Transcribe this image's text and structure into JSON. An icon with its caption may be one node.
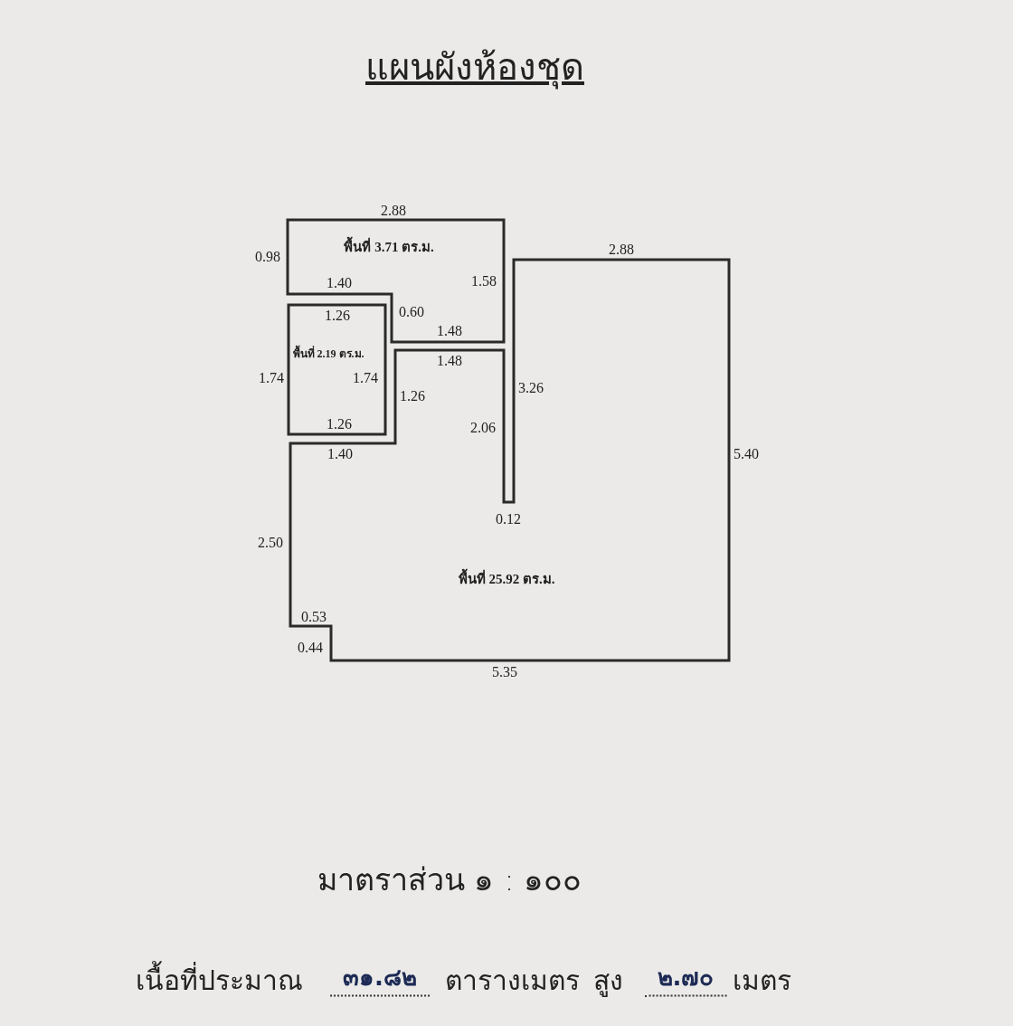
{
  "diagram": {
    "title": "แผนผังห้องชุด",
    "nodes": [
      {
        "text": [
          "พื้นที่ 3.71 ตร.ม."
        ]
      },
      {
        "text": [
          "พื้นที่ 2.19 ตร.ม."
        ]
      },
      {
        "text": [
          "พื้นที่ 25.92 ตร.ม."
        ]
      }
    ],
    "labels": [
      "2.88",
      "0.98",
      "2.88",
      "1.40",
      "1.58",
      "1.26",
      "0.60",
      "1.48",
      "1.48",
      "1.74",
      "1.74",
      "3.26",
      "1.26",
      "1.26",
      "2.06",
      "1.40",
      "5.40",
      "0.12",
      "2.50",
      "0.53",
      "0.44",
      "5.35",
      "มาตราส่วน ๑ : ๑๐๐",
      "เนื้อที่ประมาณ",
      "๓๑.๘๒",
      "ตารางเมตร",
      "สูง",
      "๒.๗๐",
      "เมตร"
    ]
  }
}
